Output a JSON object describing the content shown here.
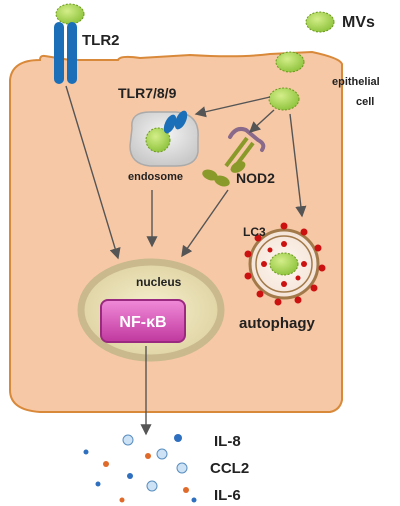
{
  "labels": {
    "tlr2": "TLR2",
    "mvs": "MVs",
    "epithelial": "epithelial",
    "cell": "cell",
    "tlr789": "TLR7/8/9",
    "endosome": "endosome",
    "nod2": "NOD2",
    "lc3": "LC3",
    "autophagy": "autophagy",
    "nucleus": "nucleus",
    "nfkb": "NF-κB",
    "il8": "IL-8",
    "ccl2": "CCL2",
    "il6": "IL-6"
  },
  "colors": {
    "cell_fill": "#f7c8a6",
    "cell_stroke": "#d9893a",
    "mv_fill": "#a6d44a",
    "receptor_blue": "#1a6fb8",
    "nod2_green": "#8a9a2a",
    "nod2_purple": "#8a6a8a",
    "nucleus_fill": "#ece4b8",
    "nucleus_ring": "#c9b98d",
    "nfkb_fill": "#d650b8",
    "lc3_red": "#cc1111",
    "cytokine_blue": "#2f6fc0",
    "cytokine_orange": "#e06a2a",
    "cytokine_light": "#cde3f5"
  }
}
